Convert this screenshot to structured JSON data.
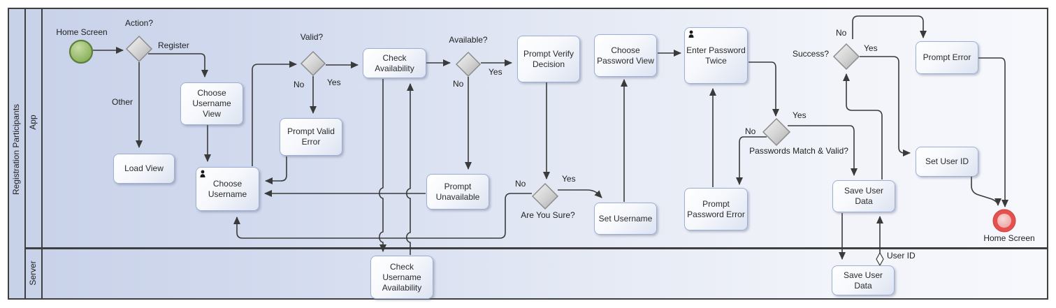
{
  "pool": {
    "title": "Registration Participants",
    "lanes": {
      "app": "App",
      "server": "Server"
    }
  },
  "events": {
    "start_label": "Home Screen",
    "end_label": "Home Screen"
  },
  "tasks": {
    "choose_username_view": "Choose Username View",
    "load_view": "Load View",
    "choose_username": "Choose Username",
    "prompt_valid_error": "Prompt Valid Error",
    "check_availability": "Check Availability",
    "prompt_unavailable": "Prompt Unavailable",
    "prompt_verify_decision": "Prompt Verify Decision",
    "set_username": "Set Username",
    "choose_password_view": "Choose Password View",
    "enter_password_twice": "Enter Password Twice",
    "prompt_password_error": "Prompt Password Error",
    "prompt_error": "Prompt Error",
    "set_user_id": "Set User ID",
    "save_user_data_app": "Save User Data",
    "check_username_availability": "Check Username Availability",
    "save_user_data_server": "Save User Data"
  },
  "gateways": {
    "action": "Action?",
    "valid": "Valid?",
    "available": "Available?",
    "are_you_sure": "Are You Sure?",
    "passwords_match": "Passwords Match & Valid?",
    "success": "Success?"
  },
  "edge_labels": {
    "register": "Register",
    "other": "Other",
    "valid_no": "No",
    "valid_yes": "Yes",
    "available_no": "No",
    "available_yes": "Yes",
    "ays_no": "No",
    "ays_yes": "Yes",
    "pm_no": "No",
    "pm_yes": "Yes",
    "success_no": "No",
    "success_yes": "Yes",
    "user_id": "User ID"
  },
  "colors": {
    "lane_bg_left": "#c7d1e8",
    "lane_bg_right": "#f6f8fc",
    "task_border": "#9db0d4",
    "connector": "#3a3a3a",
    "gateway_border": "#8c8c8c",
    "start_fill": "#86ad55",
    "start_border": "#5c8038",
    "end_ring": "#e4514e"
  }
}
